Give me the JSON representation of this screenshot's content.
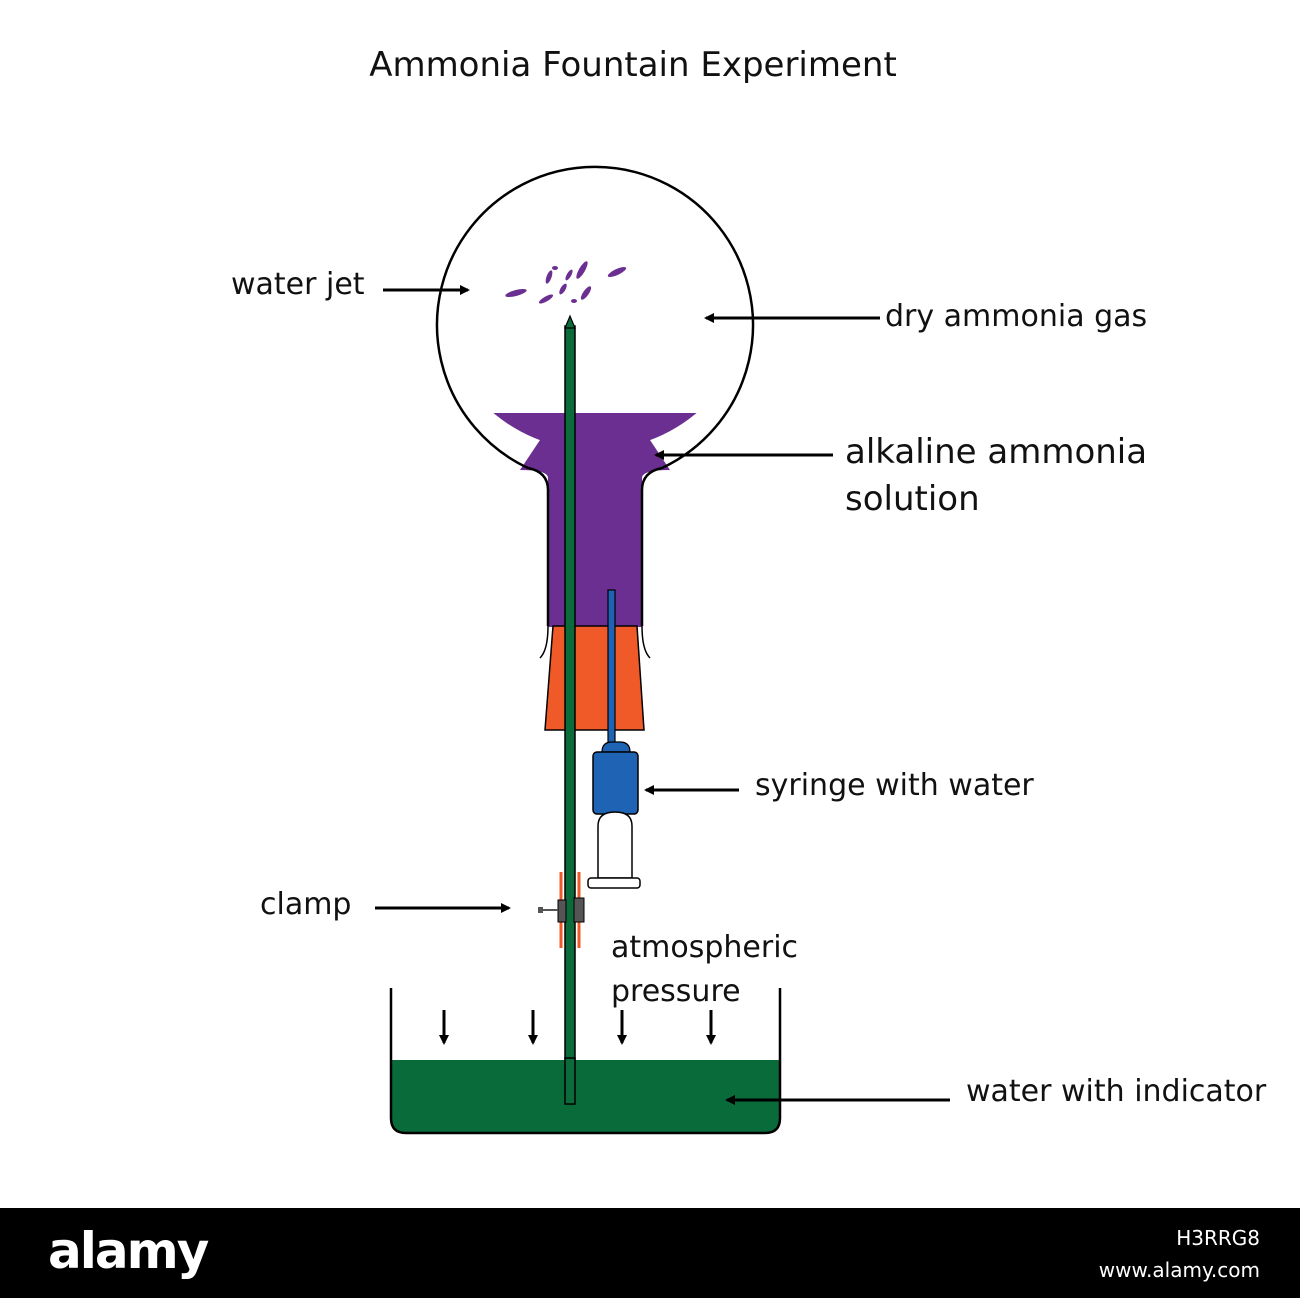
{
  "title": "Ammonia Fountain Experiment",
  "labels": {
    "water_jet": "water jet",
    "dry_ammonia_gas": "dry ammonia gas",
    "alkaline_line1": "alkaline ammonia",
    "alkaline_line2": "solution",
    "syringe": "syringe with water",
    "clamp": "clamp",
    "atmospheric_line1": "atmospheric",
    "atmospheric_line2": "pressure",
    "water_indicator": "water with indicator"
  },
  "colors": {
    "ammonia_solution": "#6a2f91",
    "stopper": "#f05a28",
    "tube": "#0b6b3a",
    "water": "#0a6b3a",
    "syringe_barrel": "#1f63b4",
    "clamp_jaw": "#f05a28",
    "clamp_body": "#555555"
  },
  "footer": {
    "logo": "alamy",
    "image_id": "H3RRG8",
    "site": "www.alamy.com"
  }
}
